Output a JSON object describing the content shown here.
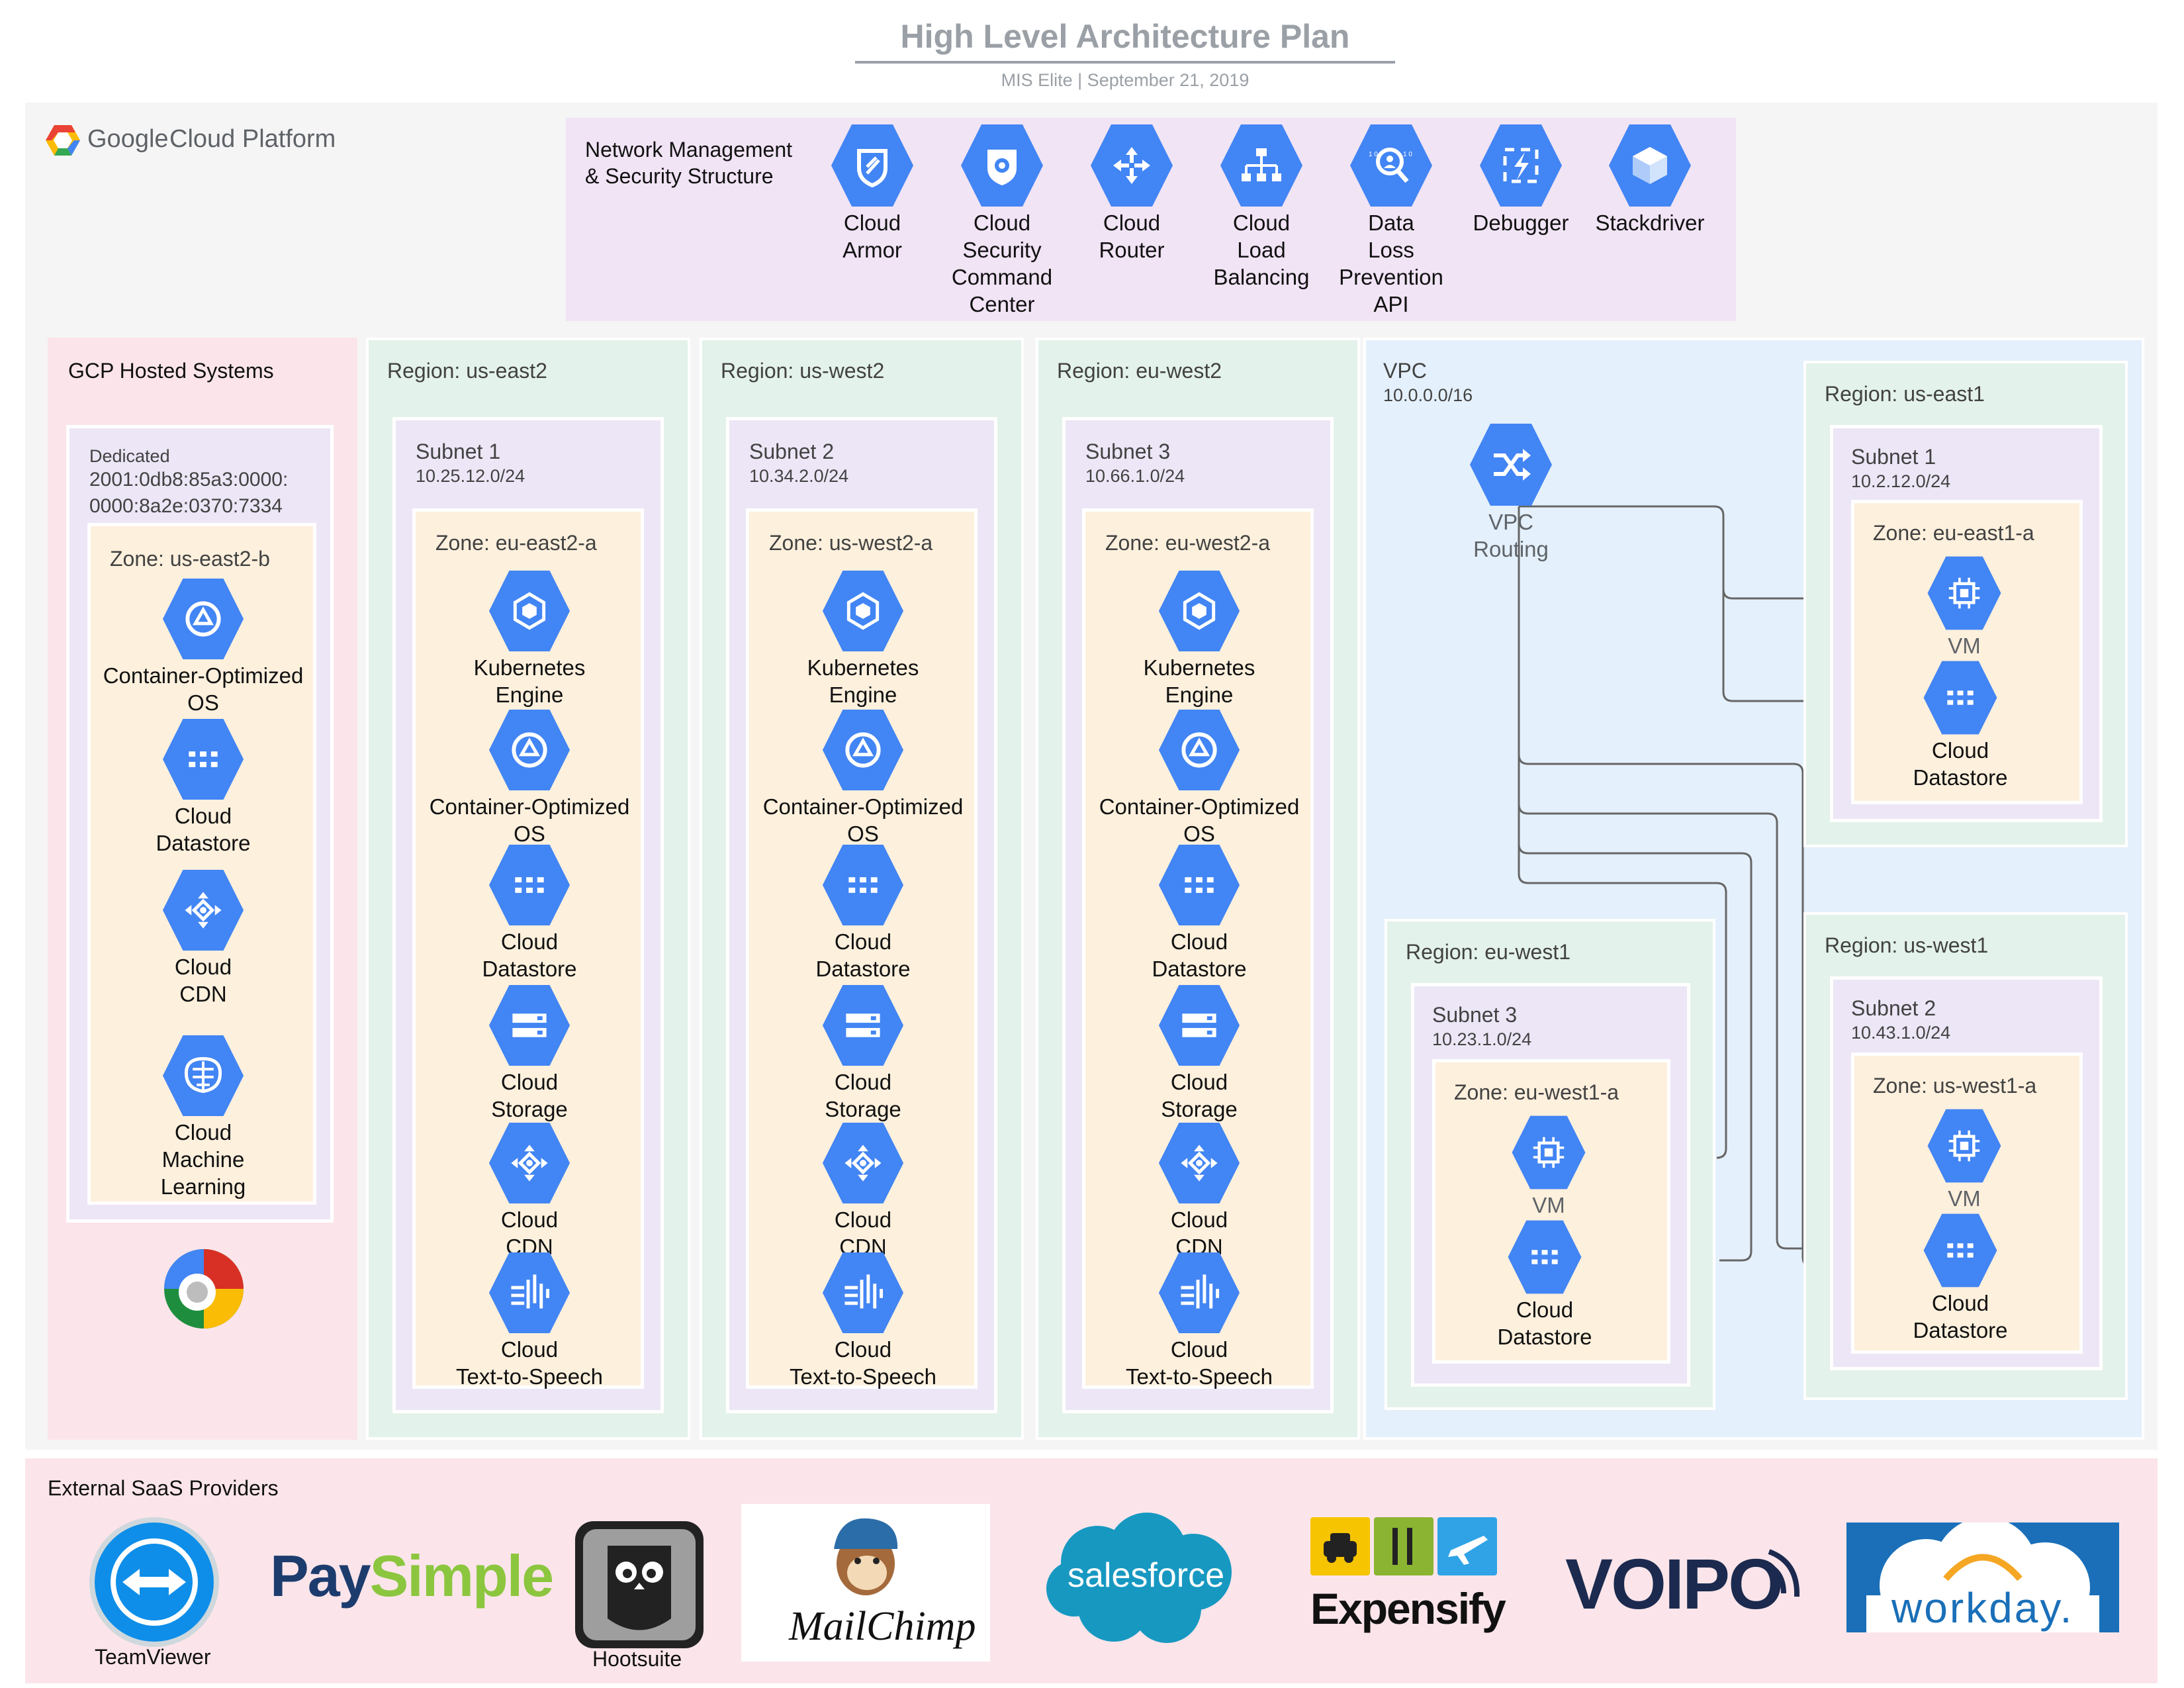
{
  "header": {
    "title": "High Level Architecture Plan",
    "subtitle": "MIS Elite  |  September 21, 2019"
  },
  "gcp_logo": {
    "google": "Google",
    "cloud": "Cloud Platform"
  },
  "network_mgmt": {
    "title_line1": "Network Management",
    "title_line2": "& Security Structure",
    "services": [
      {
        "icon": "cloud-armor-icon",
        "label": [
          "Cloud",
          "Armor"
        ]
      },
      {
        "icon": "cloud-security-command-center-icon",
        "label": [
          "Cloud",
          "Security",
          "Command",
          "Center"
        ]
      },
      {
        "icon": "cloud-router-icon",
        "label": [
          "Cloud",
          "Router"
        ]
      },
      {
        "icon": "cloud-load-balancing-icon",
        "label": [
          "Cloud",
          "Load",
          "Balancing"
        ]
      },
      {
        "icon": "data-loss-prevention-icon",
        "label": [
          "Data",
          "Loss",
          "Prevention",
          "API"
        ]
      },
      {
        "icon": "debugger-icon",
        "label": [
          "Debugger"
        ]
      },
      {
        "icon": "stackdriver-icon",
        "label": [
          "Stackdriver"
        ]
      }
    ]
  },
  "hosted": {
    "title": "GCP Hosted Systems",
    "dedicated_label": "Dedicated",
    "ipv6_line1": "2001:0db8:85a3:0000:",
    "ipv6_line2": "0000:8a2e:0370:7334",
    "zone": "Zone: us-east2-b",
    "services": [
      {
        "icon": "container-optimized-os-icon",
        "label": [
          "Container-Optimized",
          "OS"
        ]
      },
      {
        "icon": "cloud-datastore-icon",
        "label": [
          "Cloud",
          "Datastore"
        ]
      },
      {
        "icon": "cloud-cdn-icon",
        "label": [
          "Cloud",
          "CDN"
        ]
      },
      {
        "icon": "cloud-machine-learning-icon",
        "label": [
          "Cloud",
          "Machine",
          "Learning"
        ]
      }
    ]
  },
  "regions": [
    {
      "region": "Region: us-east2",
      "subnet": "Subnet  1",
      "cidr": "10.25.12.0/24",
      "zone": "Zone: eu-east2-a"
    },
    {
      "region": "Region: us-west2",
      "subnet": "Subnet 2",
      "cidr": "10.34.2.0/24",
      "zone": "Zone: us-west2-a"
    },
    {
      "region": "Region: eu-west2",
      "subnet": "Subnet 3",
      "cidr": "10.66.1.0/24",
      "zone": "Zone: eu-west2-a"
    }
  ],
  "region_services": [
    {
      "icon": "kubernetes-engine-icon",
      "label": [
        "Kubernetes",
        "Engine"
      ]
    },
    {
      "icon": "container-optimized-os-icon",
      "label": [
        "Container-Optimized",
        "OS"
      ]
    },
    {
      "icon": "cloud-datastore-icon",
      "label": [
        "Cloud",
        "Datastore"
      ]
    },
    {
      "icon": "cloud-storage-icon",
      "label": [
        "Cloud",
        "Storage"
      ]
    },
    {
      "icon": "cloud-cdn-icon",
      "label": [
        "Cloud",
        "CDN"
      ]
    },
    {
      "icon": "text-to-speech-icon",
      "label": [
        "Cloud",
        "Text-to-Speech"
      ]
    }
  ],
  "vpc": {
    "title": "VPC",
    "cidr": "10.0.0.0/16",
    "routing_label": [
      "VPC",
      "Routing"
    ],
    "regions": [
      {
        "region": "Region: us-east1",
        "subnet": "Subnet  1",
        "cidr": "10.2.12.0/24",
        "zone": "Zone: eu-east1-a"
      },
      {
        "region": "Region: eu-west1",
        "subnet": "Subnet 3",
        "cidr": "10.23.1.0/24",
        "zone": "Zone: eu-west1-a"
      },
      {
        "region": "Region: us-west1",
        "subnet": "Subnet 2",
        "cidr": "10.43.1.0/24",
        "zone": "Zone: us-west1-a"
      }
    ],
    "vm_label": "VM",
    "datastore_label": [
      "Cloud",
      "Datastore"
    ]
  },
  "saas": {
    "title": "External SaaS Providers",
    "providers": [
      {
        "name": "TeamViewer",
        "caption": "TeamViewer"
      },
      {
        "name": "PaySimple",
        "logo_a": "Pay",
        "logo_b": "Simple"
      },
      {
        "name": "Hootsuite",
        "caption": "Hootsuite"
      },
      {
        "name": "MailChimp",
        "logo": "MailChimp"
      },
      {
        "name": "salesforce",
        "logo": "salesforce"
      },
      {
        "name": "Expensify",
        "logo": "Expensify"
      },
      {
        "name": "VOIPO",
        "logo": "VOIPO"
      },
      {
        "name": "workday",
        "logo": "workday."
      }
    ]
  },
  "colors": {
    "gcp_blue": "#4285f4",
    "gcp_blue_dark": "#3367d6",
    "line_gray": "#666666",
    "title_gray": "#9aa0a6"
  }
}
